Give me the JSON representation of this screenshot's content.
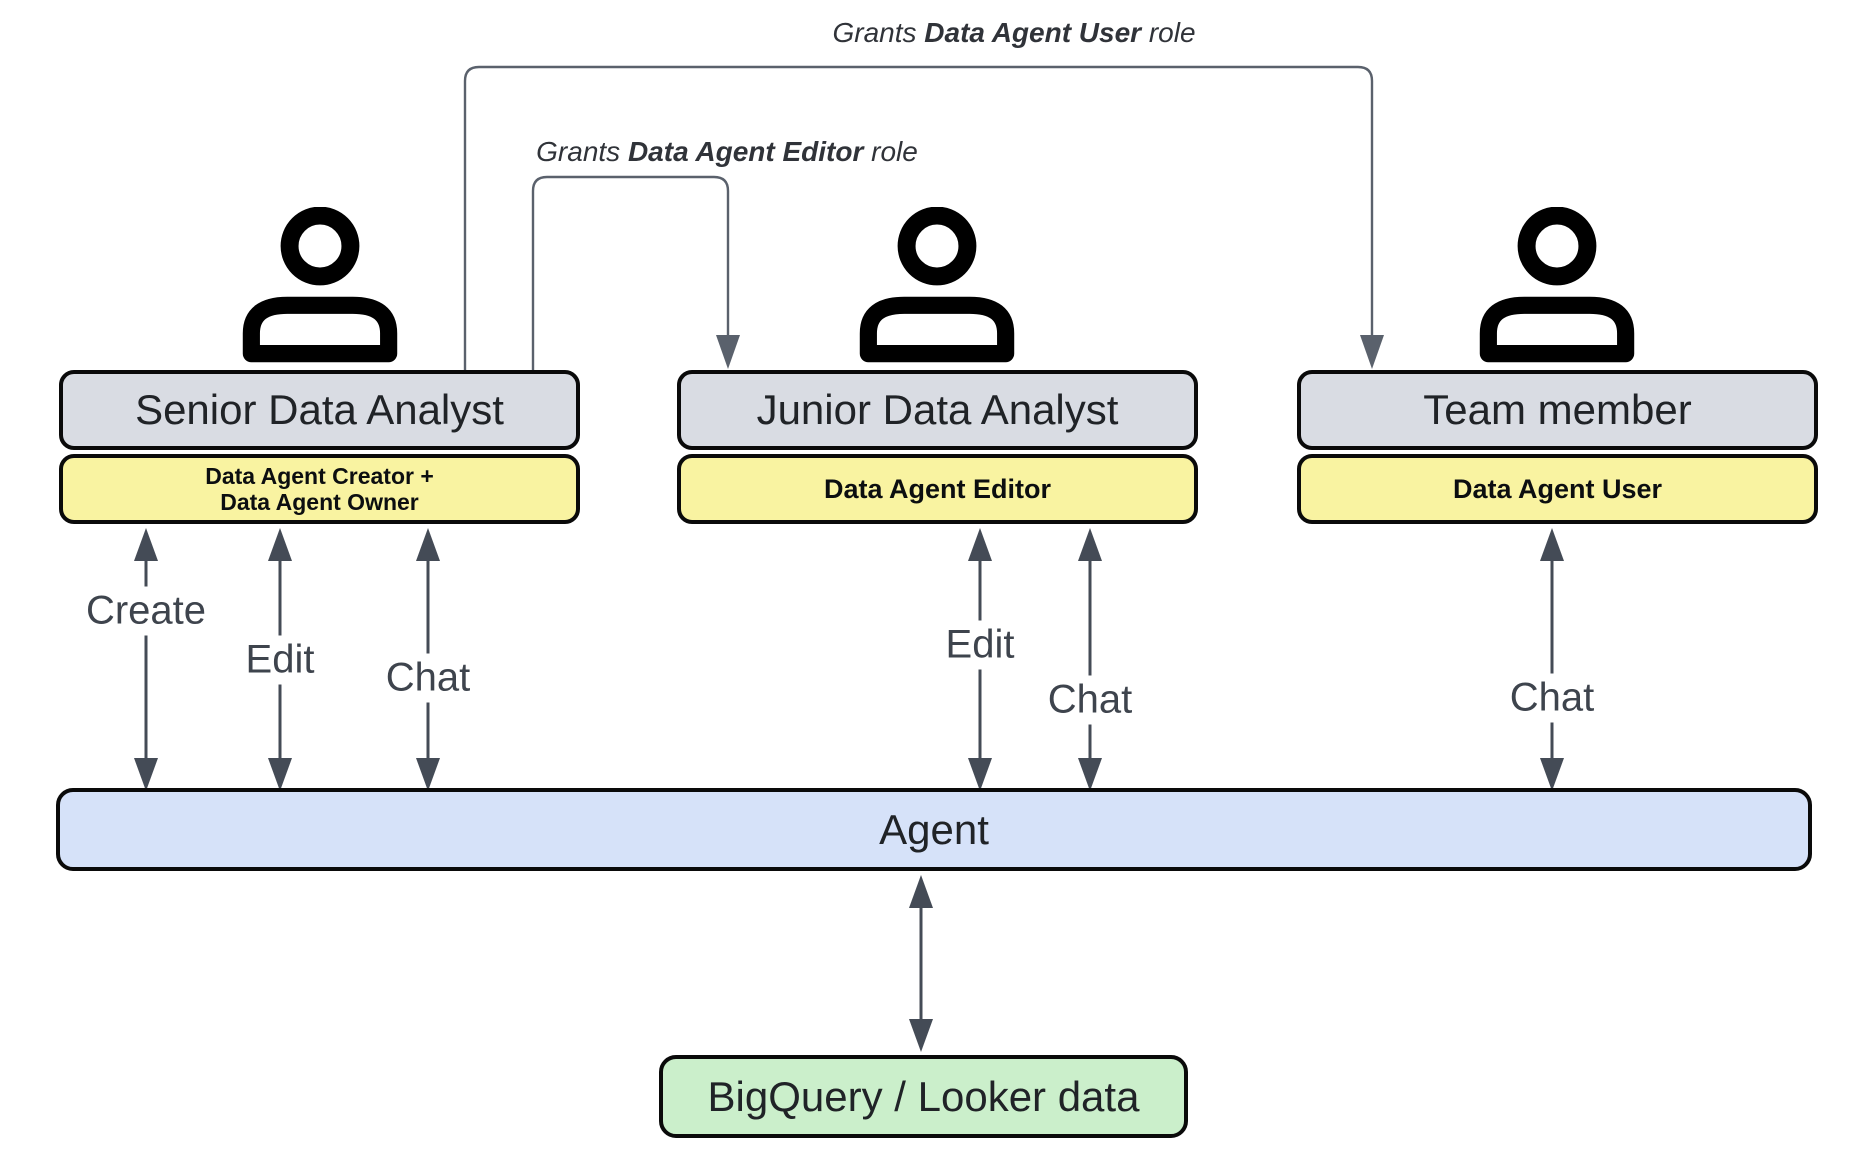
{
  "colors": {
    "box-gray": "#d9dce3",
    "box-yellow": "#f9f3a1",
    "box-blue": "#d6e2f9",
    "box-green": "#cbefcb",
    "box-border": "#0a0a0a",
    "arrow-color": "#444b56",
    "grant-line": "#5a616c",
    "title-text": "#202327",
    "action-text": "#3e444d",
    "badge-text": "#0c0e10",
    "grant-text": "#303339"
  },
  "grant_labels": [
    {
      "prefix": "Grants ",
      "bold": "Data Agent User",
      "suffix": " role"
    },
    {
      "prefix": "Grants ",
      "bold": "Data Agent Editor",
      "suffix": " role"
    }
  ],
  "actors": [
    {
      "title": "Senior Data Analyst",
      "role_line1": "Data Agent Creator +",
      "role_line2": "Data Agent Owner"
    },
    {
      "title": "Junior Data Analyst",
      "role_line1": "Data Agent Editor",
      "role_line2": ""
    },
    {
      "title": "Team member",
      "role_line1": "Data Agent User",
      "role_line2": ""
    }
  ],
  "action_labels": {
    "create_senior": "Create",
    "edit_senior": "Edit",
    "chat_senior": "Chat",
    "edit_junior": "Edit",
    "chat_junior": "Chat",
    "chat_team": "Chat"
  },
  "agent": {
    "label": "Agent"
  },
  "datastore": {
    "label": "BigQuery / Looker data"
  }
}
